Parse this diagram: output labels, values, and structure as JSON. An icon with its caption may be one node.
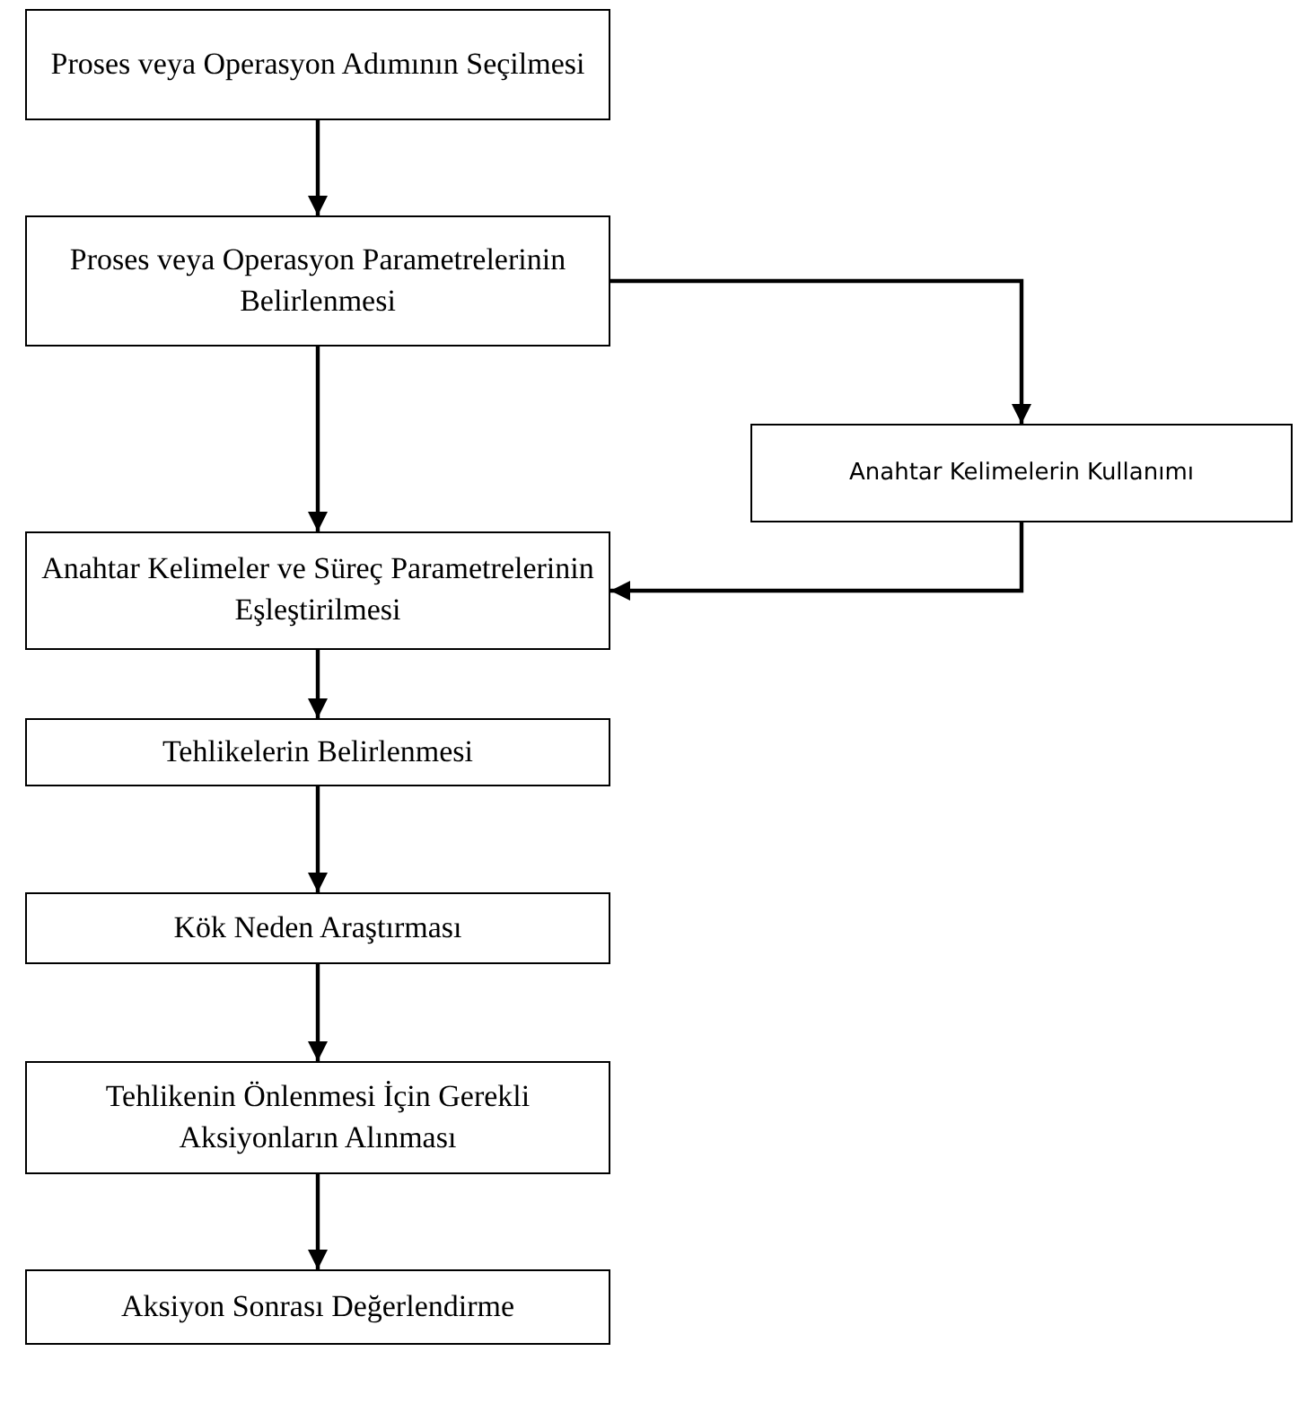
{
  "diagram": {
    "nodes": [
      {
        "text": [
          "Proses veya Operasyon Adımının Seçilmesi"
        ]
      },
      {
        "text": [
          "Proses veya Operasyon Parametrelerinin Belirlenmesi"
        ]
      },
      {
        "text": [
          "Anahtar Kelimelerin Kullanımı"
        ]
      },
      {
        "text": [
          "Anahtar Kelimeler ve Süreç Parametrelerinin Eşleştirilmesi"
        ]
      },
      {
        "text": [
          "Tehlikelerin Belirlenmesi"
        ]
      },
      {
        "text": [
          "Kök Neden Araştırması"
        ]
      },
      {
        "text": [
          "Tehlikenin Önlenmesi İçin Gerekli Aksiyonların Alınması"
        ]
      },
      {
        "text": [
          "Aksiyon Sonrası Değerlendirme"
        ]
      }
    ],
    "edges": [
      {
        "from": 0,
        "to": 1,
        "arrow": "to"
      },
      {
        "from": 1,
        "to": 2,
        "arrow": "to"
      },
      {
        "from": 1,
        "to": 3,
        "arrow": "to"
      },
      {
        "from": 2,
        "to": 3,
        "arrow": "to"
      },
      {
        "from": 3,
        "to": 4,
        "arrow": "to"
      },
      {
        "from": 4,
        "to": 5,
        "arrow": "to"
      },
      {
        "from": 5,
        "to": 6,
        "arrow": "to"
      },
      {
        "from": 6,
        "to": 7,
        "arrow": "to"
      }
    ]
  }
}
